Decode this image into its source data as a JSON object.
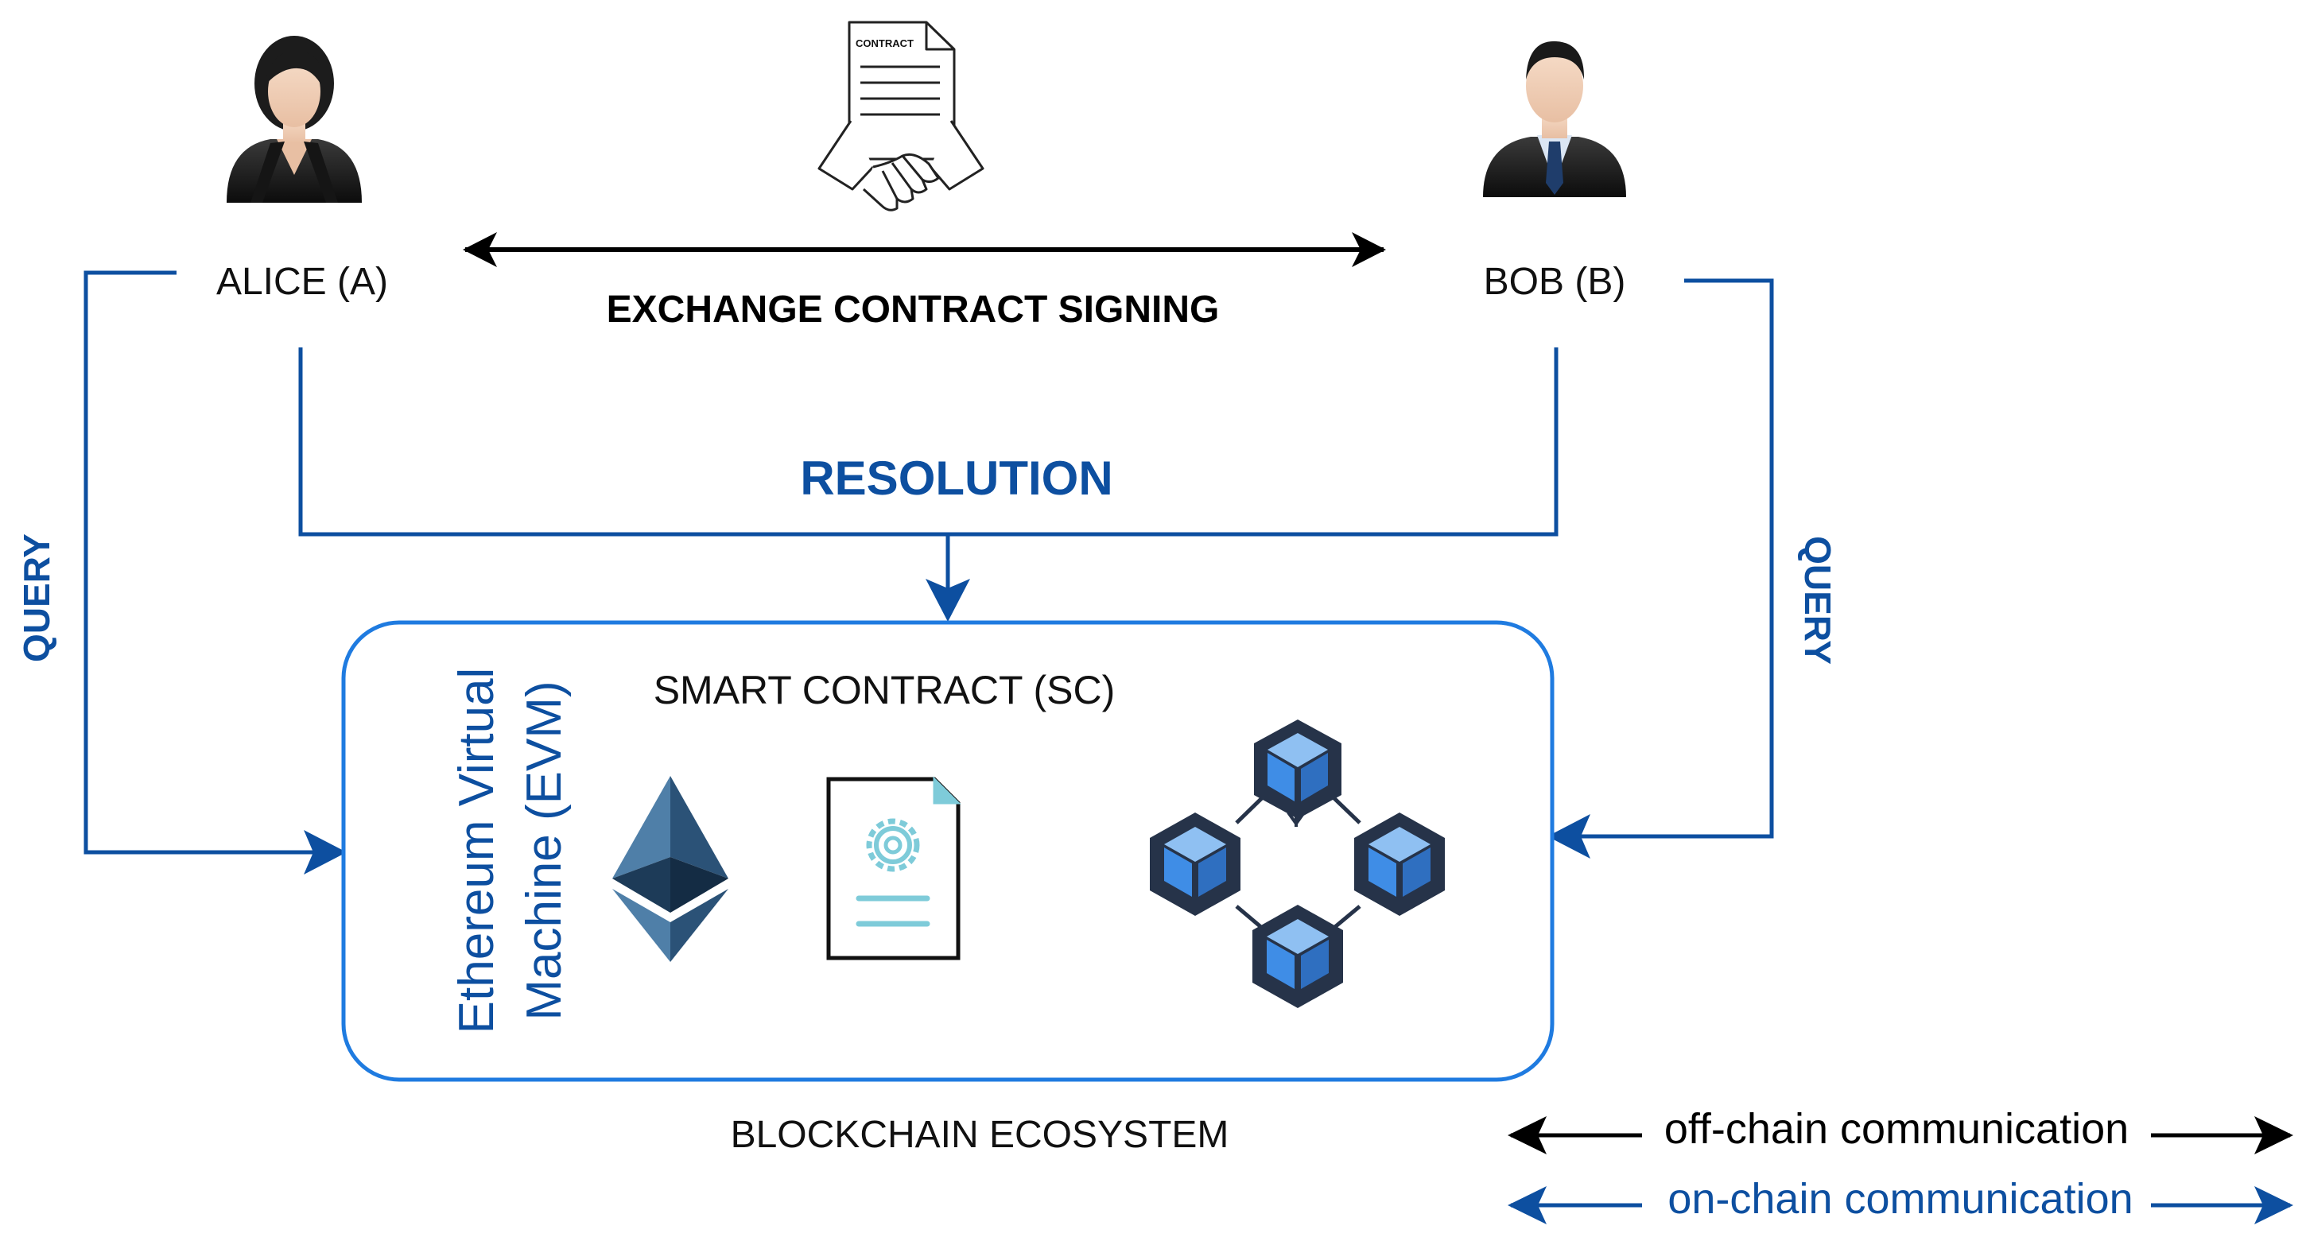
{
  "parties": {
    "alice": {
      "label": "ALICE (A)",
      "icon": "businesswoman-avatar-icon"
    },
    "bob": {
      "label": "BOB (B)",
      "icon": "businessman-avatar-icon"
    }
  },
  "contract_icon": {
    "doc_label": "CONTRACT",
    "icon": "contract-handshake-icon"
  },
  "labels": {
    "exchange": "EXCHANGE CONTRACT SIGNING",
    "resolution": "RESOLUTION",
    "query_left": "QUERY",
    "query_right": "QUERY"
  },
  "ecosystem": {
    "title": "SMART CONTRACT (SC)",
    "evm_line1": "Ethereum Virtual",
    "evm_line2": "Machine (EVM)",
    "caption": "BLOCKCHAIN ECOSYSTEM",
    "icons": [
      "ethereum-logo-icon",
      "smart-contract-document-icon",
      "blockchain-network-icon"
    ]
  },
  "legend": {
    "off_chain": "off-chain communication",
    "on_chain": "on-chain communication"
  },
  "colors": {
    "on_chain": "#0d4fa0",
    "off_chain": "#000000",
    "box_border": "#1f7be0",
    "eth_dark": "#1d3b58",
    "eth_light": "#4f7fa8",
    "doc_accent": "#7ecbd9",
    "cube_blue": "#3f8de6",
    "cube_dark": "#263349"
  }
}
